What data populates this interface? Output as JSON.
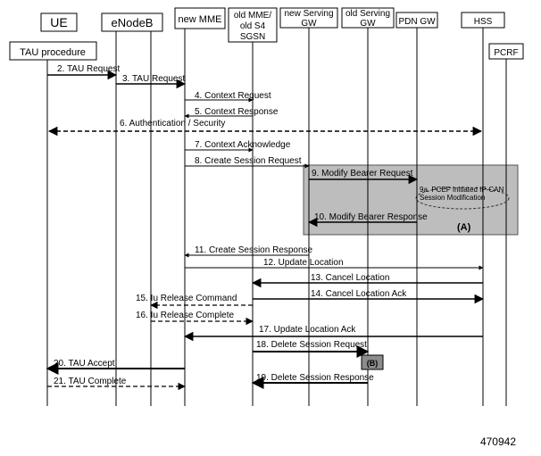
{
  "participants": {
    "ue": "UE",
    "enodeb": "eNodeB",
    "new_mme": "new MME",
    "old_mme": [
      "old MME/",
      "old S4",
      "SGSN"
    ],
    "new_sgw": [
      "new Serving",
      "GW"
    ],
    "old_sgw": [
      "old Serving",
      "GW"
    ],
    "pdn_gw": "PDN GW",
    "hss": "HSS",
    "pcrf": "PCRF"
  },
  "procedure_box": "TAU procedure",
  "messages": [
    {
      "label": "2. TAU Request"
    },
    {
      "label": "3. TAU Request"
    },
    {
      "label": "4. Context Request"
    },
    {
      "label": "5. Context Response"
    },
    {
      "label": "6. Authentication / Security"
    },
    {
      "label": "7. Context Acknowledge"
    },
    {
      "label": "8. Create Session Request"
    },
    {
      "label": "9. Modify Bearer Request"
    },
    {
      "label": "10. Modify Bearer Response"
    },
    {
      "label": "11. Create Session Response"
    },
    {
      "label": "12. Update Location"
    },
    {
      "label": "13. Cancel Location"
    },
    {
      "label": "14. Cancel Location Ack"
    },
    {
      "label": "15. Iu Release Command"
    },
    {
      "label": "16. Iu Release Complete"
    },
    {
      "label": "17. Update Location Ack"
    },
    {
      "label": "18. Delete Session Request"
    },
    {
      "label": "19. Delete Session Response"
    },
    {
      "label": "20. TAU Accept"
    },
    {
      "label": "21. TAU Complete"
    }
  ],
  "region_a": {
    "label": "(A)",
    "note": [
      "9a. PCEF Initiated IP-CAN",
      "Session Modification"
    ]
  },
  "region_b": {
    "label": "(B)"
  },
  "figure_id": "470942",
  "colors": {
    "shaded_region": "#bdbdbd",
    "box_b": "#8c8c8c",
    "line": "#000000"
  }
}
